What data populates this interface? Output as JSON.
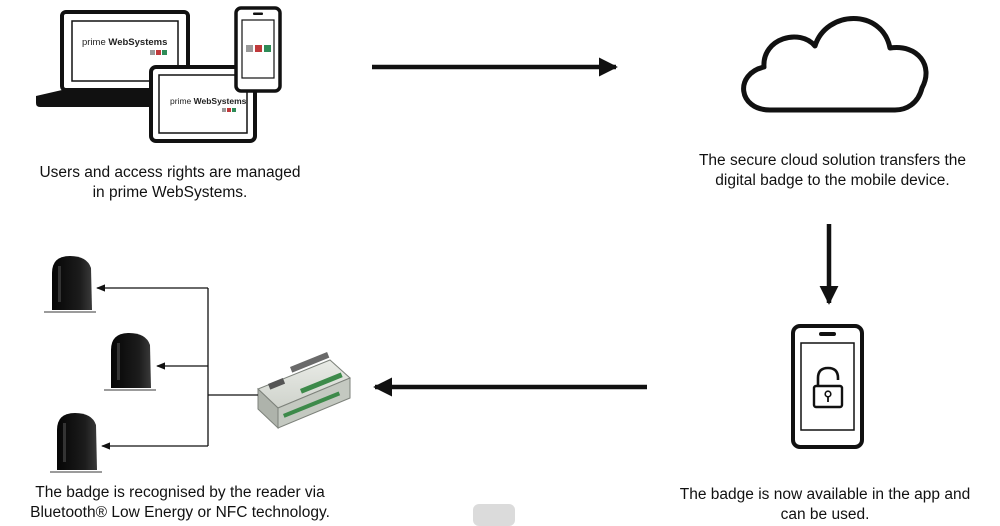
{
  "brand": {
    "prefix": "prime ",
    "name": "WebSystems"
  },
  "steps": {
    "manage": {
      "line1": "Users and access rights are managed",
      "line2": "in prime WebSystems."
    },
    "cloud": {
      "line1": "The secure cloud solution transfers the",
      "line2": "digital badge to the mobile device."
    },
    "app": {
      "line1": "The badge is now available in the app and",
      "line2": "can be used."
    },
    "reader": {
      "line1": "The badge is recognised by the reader via",
      "line2": "Bluetooth® Low Energy or NFC technology."
    }
  },
  "icons": {
    "devices": "laptop-tablet-phone-icon",
    "cloud": "cloud-icon",
    "phone": "smartphone-unlocked-padlock-icon",
    "controller": "din-rail-controller-icon",
    "readers": "badge-reader-icon"
  },
  "colors": {
    "line": "#111111",
    "brand_squares": [
      "#9a9a9a",
      "#c0393b",
      "#2e8b57"
    ]
  }
}
